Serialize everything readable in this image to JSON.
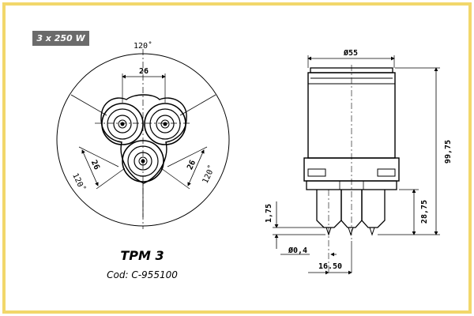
{
  "badge": "3 x 250 W",
  "product": {
    "model": "TPM 3",
    "code": "Cod: C-955100"
  },
  "top_view": {
    "angle_top": "120˚",
    "angle_left": "120˚",
    "angle_right": "120˚",
    "dim_top": "26",
    "dim_left": "26",
    "dim_right": "26"
  },
  "side_view": {
    "diameter_top": "Ø55",
    "height_total": "99,75",
    "height_lower": "28,75",
    "tip_height": "1,75",
    "tip_diameter": "Ø0,4",
    "tip_spacing": "16.50"
  },
  "colors": {
    "frame": "#f2d76b",
    "badge_bg": "#6b6b6b",
    "line": "#000000"
  }
}
